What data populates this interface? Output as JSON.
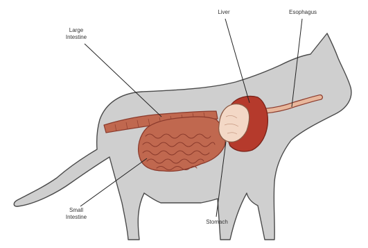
{
  "labels": {
    "large_intestine": "Large\nIntestine",
    "liver": "Liver",
    "esophagus": "Esophagus",
    "small_intestine": "Small\nIntestine",
    "stomach": "Stomach"
  },
  "colors": {
    "body": "#cfcfcf",
    "outline": "#4a4a4a",
    "organ": "#c0684f",
    "organ_dark": "#8a3a2c",
    "liver": "#b53a2c",
    "stomach": "#f3d8c6",
    "esophagus": "#e8b79c",
    "leader_line": "#222222",
    "text": "#333333"
  }
}
